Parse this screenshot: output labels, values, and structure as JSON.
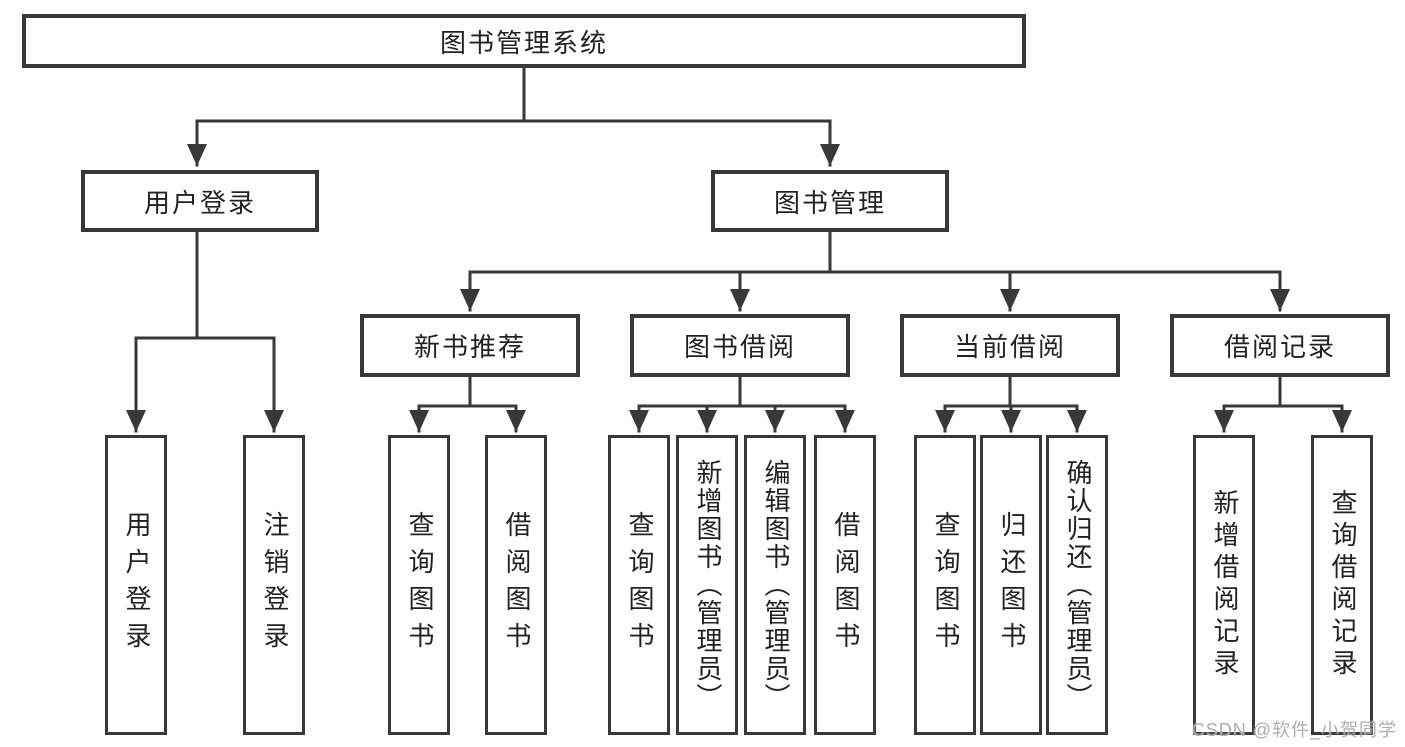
{
  "diagram": {
    "root": {
      "label": "图书管理系统"
    },
    "level1": [
      {
        "label": "用户登录"
      },
      {
        "label": "图书管理"
      }
    ],
    "level2": [
      {
        "label": "新书推荐",
        "parent": "图书管理"
      },
      {
        "label": "图书借阅",
        "parent": "图书管理"
      },
      {
        "label": "当前借阅",
        "parent": "图书管理"
      },
      {
        "label": "借阅记录",
        "parent": "图书管理"
      }
    ],
    "leaves": [
      {
        "label": "用户登录",
        "parent": "用户登录"
      },
      {
        "label": "注销登录",
        "parent": "用户登录"
      },
      {
        "label": "查询图书",
        "parent": "新书推荐"
      },
      {
        "label": "借阅图书",
        "parent": "新书推荐"
      },
      {
        "label": "查询图书",
        "parent": "图书借阅"
      },
      {
        "label": "新增图书（管理员）",
        "parent": "图书借阅"
      },
      {
        "label": "编辑图书（管理员）",
        "parent": "图书借阅"
      },
      {
        "label": "借阅图书",
        "parent": "图书借阅"
      },
      {
        "label": "查询图书",
        "parent": "当前借阅"
      },
      {
        "label": "归还图书",
        "parent": "当前借阅"
      },
      {
        "label": "确认归还（管理员）",
        "parent": "当前借阅"
      },
      {
        "label": "新增借阅记录",
        "parent": "借阅记录"
      },
      {
        "label": "查询借阅记录",
        "parent": "借阅记录"
      }
    ],
    "colors": {
      "line": "#383838",
      "text": "#222222",
      "watermark": "#a8aaaf"
    }
  },
  "watermark": "CSDN @软件_小贺同学"
}
